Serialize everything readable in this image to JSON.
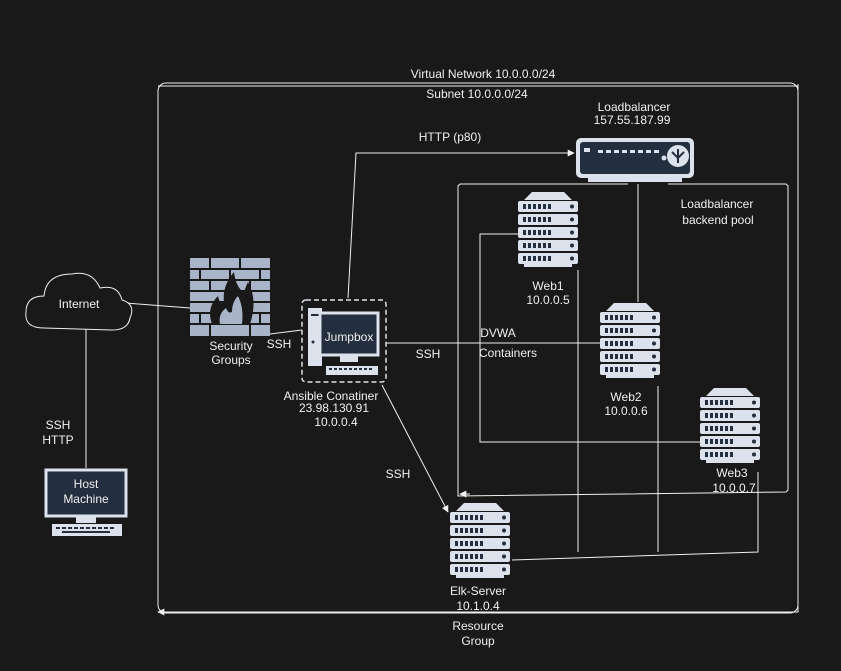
{
  "labels": {
    "vnet": "Virtual Network 10.0.0.0/24",
    "subnet": "Subnet 10.0.0.0/24",
    "http": "HTTP (p80)",
    "pool1": "Loadbalancer",
    "pool2": "backend pool",
    "dvwa": "DVWA",
    "containers": "Containers",
    "ssh_jump": "SSH",
    "ssh_web": "SSH",
    "ssh_elk": "SSH",
    "ssh_host": "SSH",
    "http_host": "HTTP",
    "resource1": "Resource",
    "resource2": "Group"
  },
  "nodes": {
    "internet": {
      "name": "Internet"
    },
    "firewall": {
      "name1": "Security",
      "name2": "Groups"
    },
    "host": {
      "name1": "Host",
      "name2": "Machine"
    },
    "jumpbox": {
      "name": "Jumpbox",
      "sub1": "Ansible Conatiner",
      "sub2": "23.98.130.91",
      "sub3": "10.0.0.4"
    },
    "loadbalancer": {
      "name": "Loadbalancer",
      "ip": "157.55.187.99"
    },
    "web1": {
      "name": "Web1",
      "ip": "10.0.0.5"
    },
    "web2": {
      "name": "Web2",
      "ip": "10.0.0.6"
    },
    "web3": {
      "name": "Web3",
      "ip": "10.0.0.7"
    },
    "elk": {
      "name": "Elk-Server",
      "ip": "10.1.0.4"
    }
  },
  "colors": {
    "background": "#191919",
    "stroke": "#f0f0f0",
    "icon_fill": "#dce2ec",
    "icon_dark": "#232f3e",
    "brick": "#aab4c8"
  }
}
